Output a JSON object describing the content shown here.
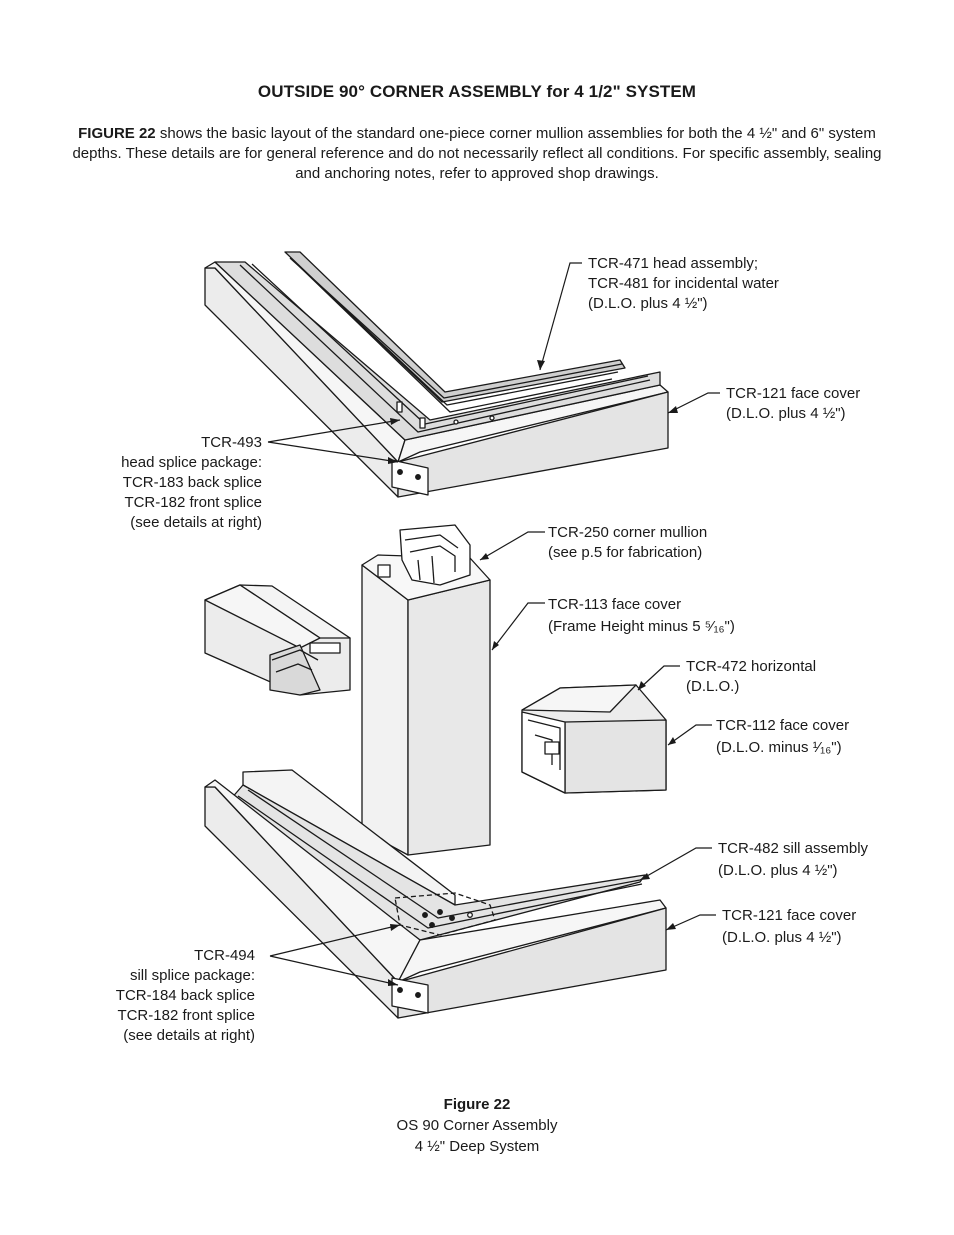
{
  "title": "OUTSIDE 90° CORNER ASSEMBLY for 4 1/2\" SYSTEM",
  "intro": {
    "lead": "FIGURE 22",
    "text": " shows the basic layout of the standard one-piece corner mullion assemblies for both the 4 ½\" and 6\" system depths.  These details are for general reference and do not necessarily reflect all conditions.  For specific assembly, sealing and anchoring notes, refer to approved shop drawings."
  },
  "callouts": {
    "head_assembly": [
      "TCR-471 head assembly;",
      "TCR-481 for incidental water",
      "(D.L.O. plus 4 ½\")"
    ],
    "head_face_cover": [
      "TCR-121 face cover",
      "(D.L.O. plus 4 ½\")"
    ],
    "head_splice": [
      "TCR-493",
      "head splice package:",
      "TCR-183 back splice",
      "TCR-182 front splice",
      "(see details at right)"
    ],
    "corner_mullion": [
      "TCR-250 corner mullion",
      "(see p.5 for fabrication)"
    ],
    "mullion_face_cover": [
      "TCR-113 face cover",
      "(Frame Height minus 5 ⁵⁄₁₆\")"
    ],
    "horizontal": [
      "TCR-472 horizontal",
      "(D.L.O.)"
    ],
    "horizontal_face_cover": [
      "TCR-112 face cover",
      "(D.L.O. minus ¹⁄₁₆\")"
    ],
    "sill_assembly": [
      "TCR-482 sill assembly",
      "(D.L.O. plus 4 ½\")"
    ],
    "sill_face_cover": [
      "TCR-121 face cover",
      "(D.L.O. plus 4 ½\")"
    ],
    "sill_splice": [
      "TCR-494",
      "sill splice package:",
      "TCR-184 back splice",
      "TCR-182 front splice",
      "(see details at right)"
    ]
  },
  "caption": {
    "label": "Figure 22",
    "line1": "OS 90 Corner Assembly",
    "line2": "4 ½\" Deep System"
  }
}
